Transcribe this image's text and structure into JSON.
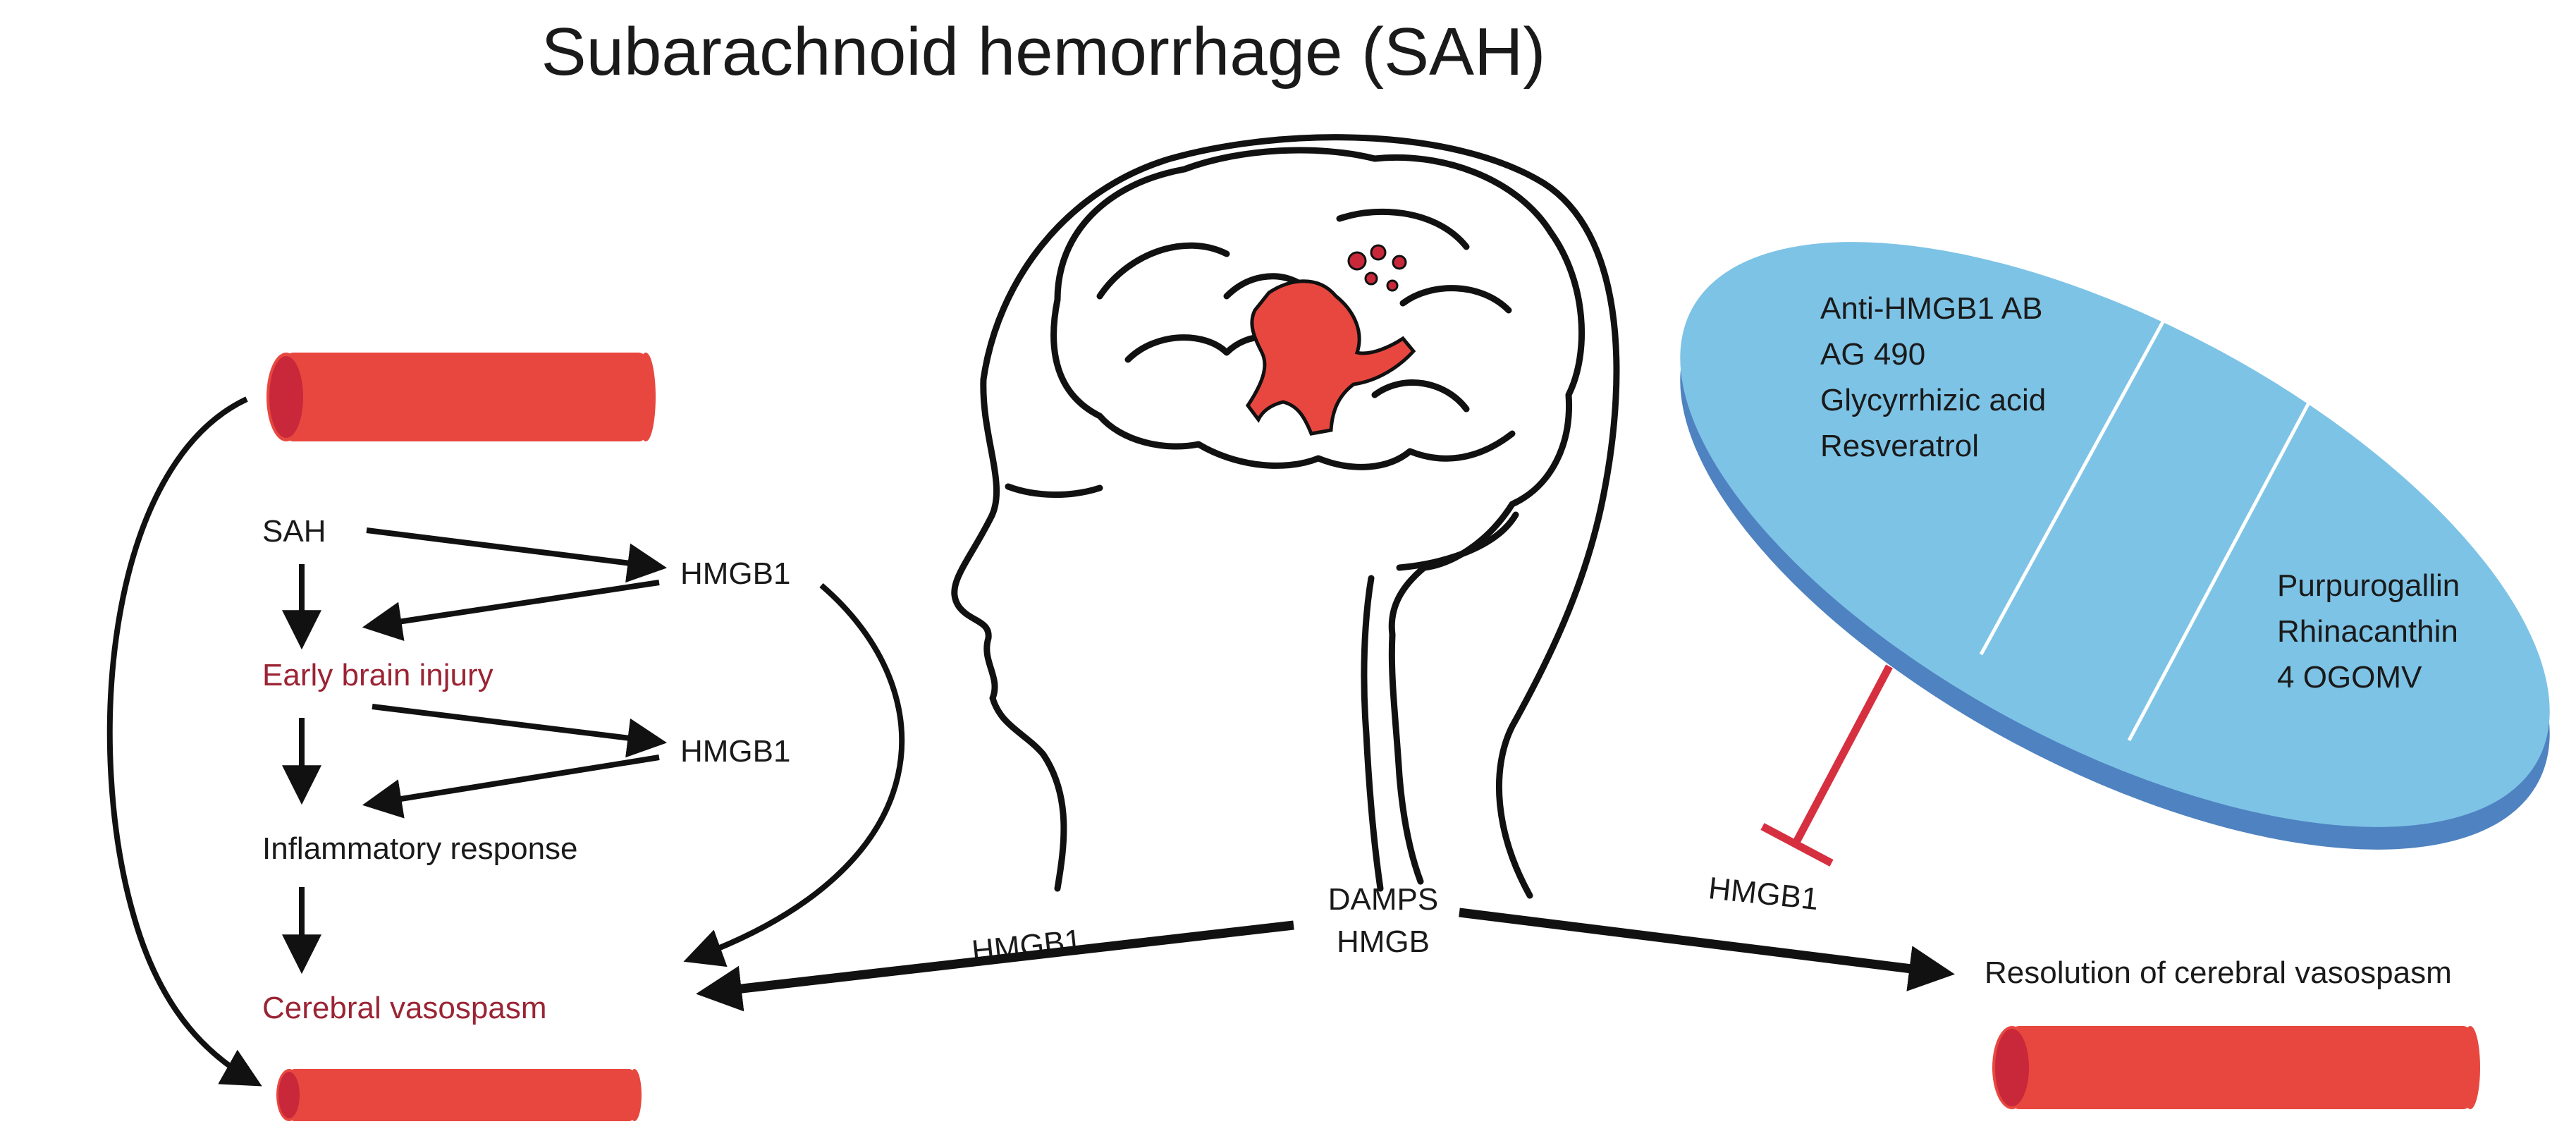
{
  "title": "Subarachnoid hemorrhage (SAH)",
  "cascade": {
    "sah": "SAH",
    "hmgb1_top": "HMGB1",
    "early_brain_injury": "Early brain injury",
    "hmgb1_mid": "HMGB1",
    "inflammatory_response": "Inflammatory response",
    "cerebral_vasospasm": "Cerebral vasospasm"
  },
  "center": {
    "damps": "DAMPS",
    "hmgb": "HMGB",
    "hmgb1_left_arrow": "HMGB1",
    "hmgb1_right_arrow": "HMGB1"
  },
  "resolution": "Resolution of cerebral vasospasm",
  "pill": {
    "line1": "Anti-HMGB1 AB",
    "line2": "AG 490",
    "line3": "Glycyrrhizic acid",
    "line4": "Resveratrol",
    "line5": "Purpurogallin",
    "line6": "Rhinacanthin",
    "line7": "4 OGOMV"
  },
  "colors": {
    "vessel": "#e8473f",
    "vessel_end": "#c8283a",
    "pill_top": "#7dc3e6",
    "pill_side": "#4f82c0",
    "inhibitor": "#d63040",
    "highlight_text": "#9b2434",
    "ink": "#111111"
  }
}
